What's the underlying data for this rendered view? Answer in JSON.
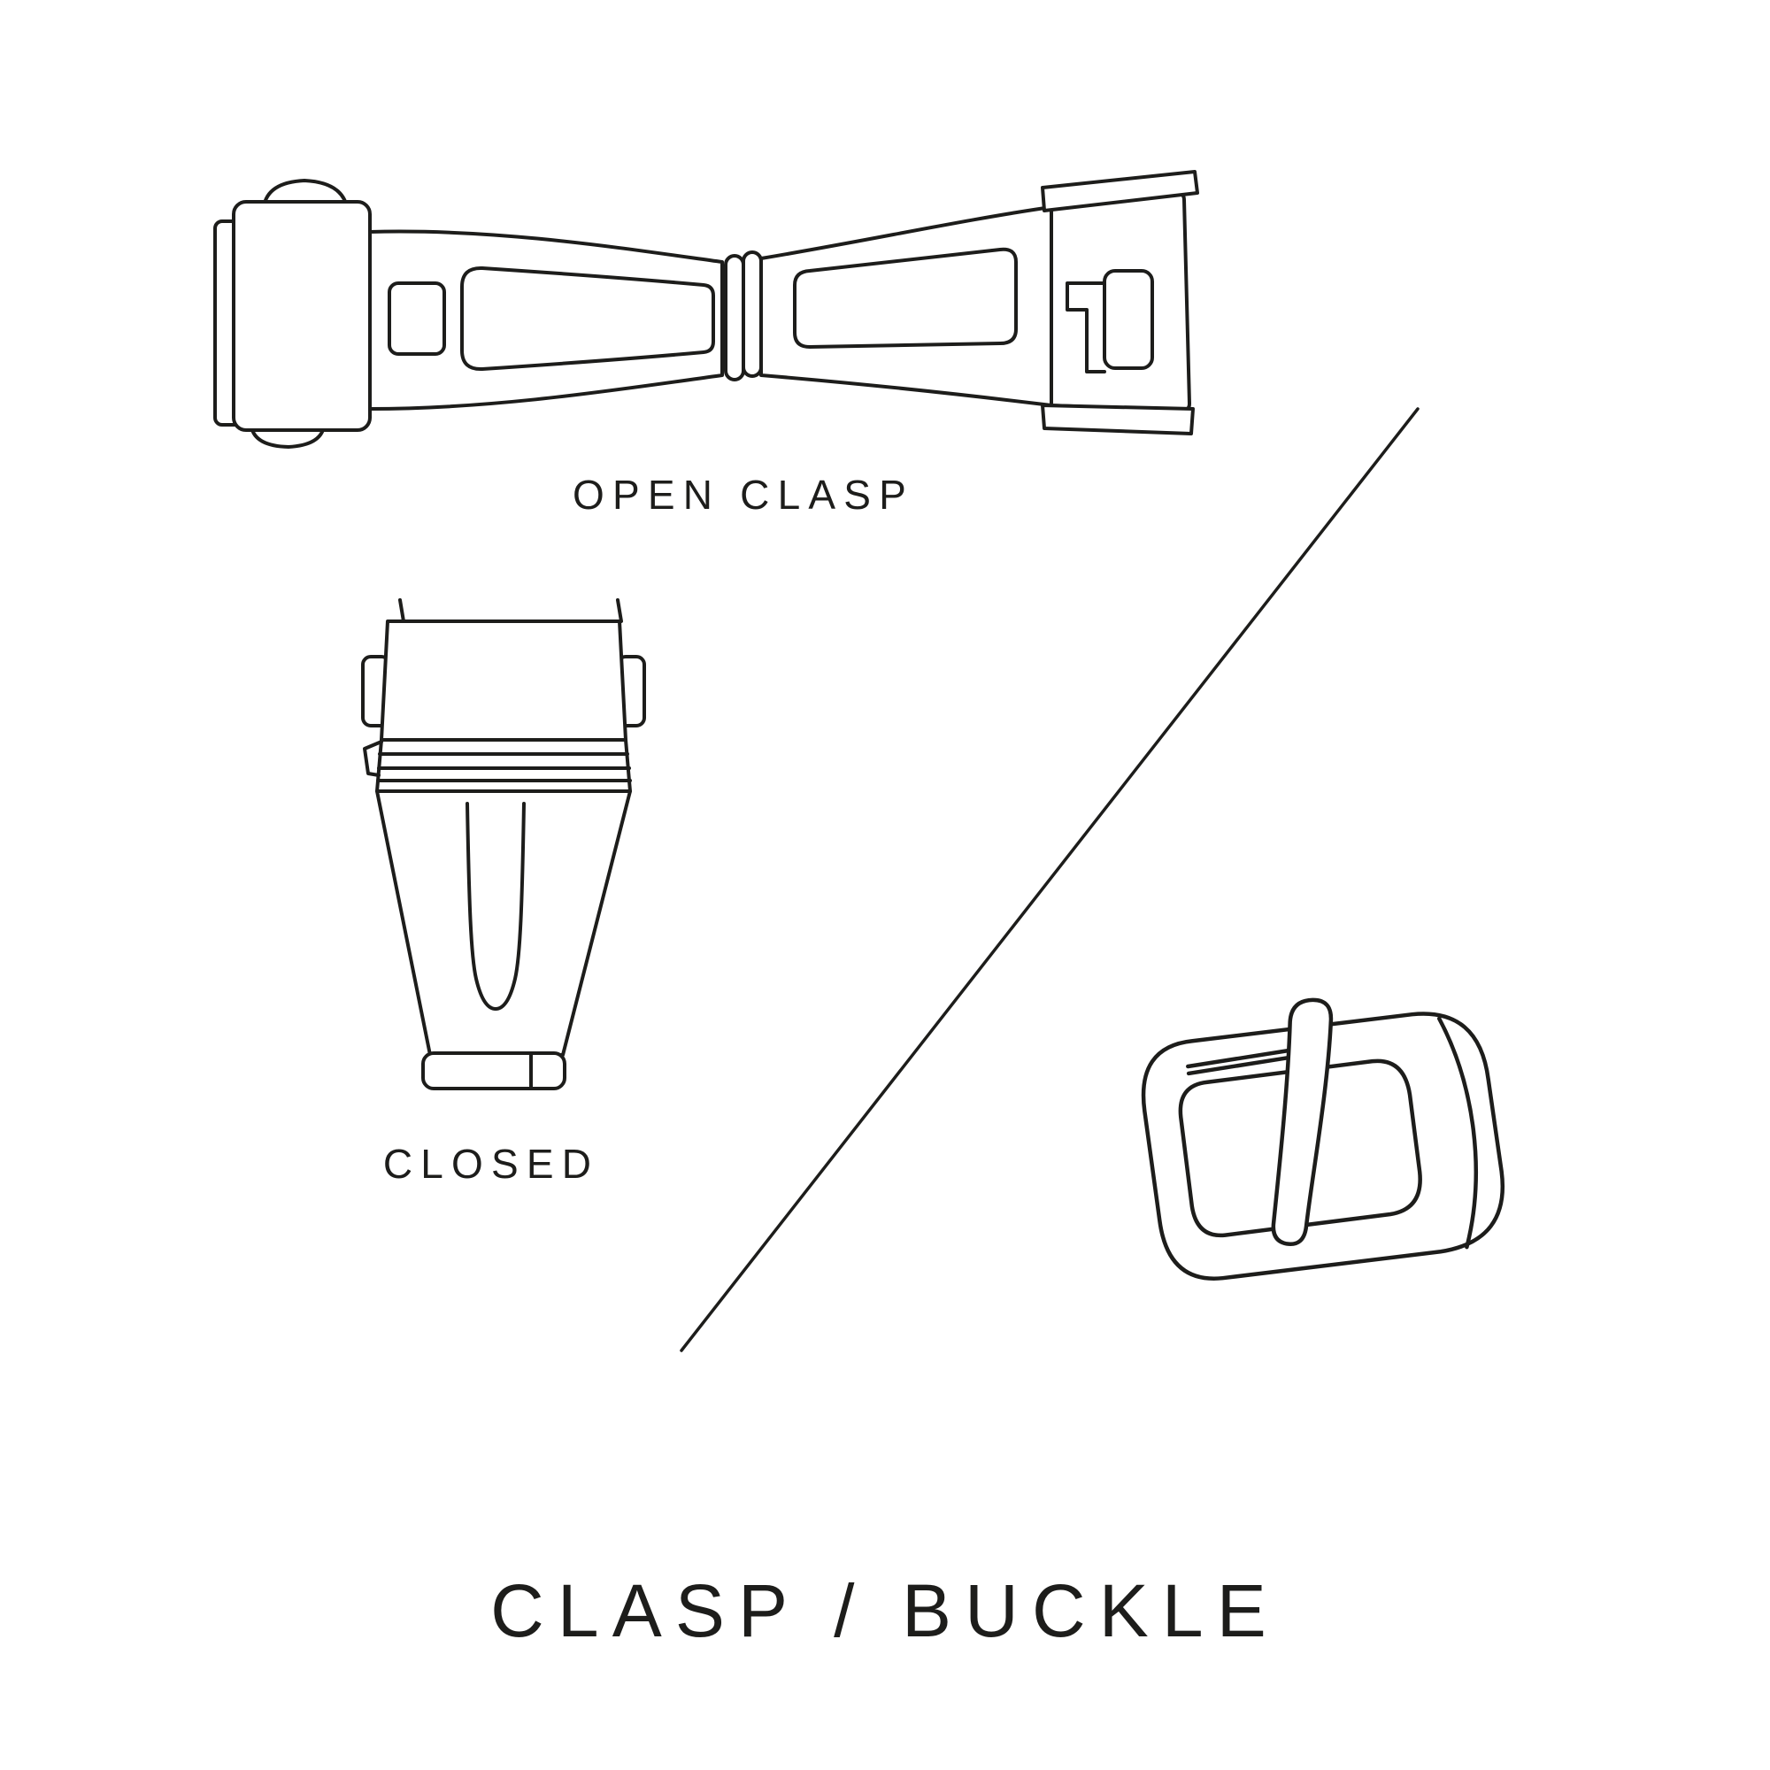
{
  "title": "CLASP / BUCKLE",
  "labels": {
    "open_clasp": "OPEN CLASP",
    "closed": "CLOSED"
  },
  "colors": {
    "line": "#1d1d1b",
    "background": "#ffffff",
    "text": "#1d1d1b"
  }
}
